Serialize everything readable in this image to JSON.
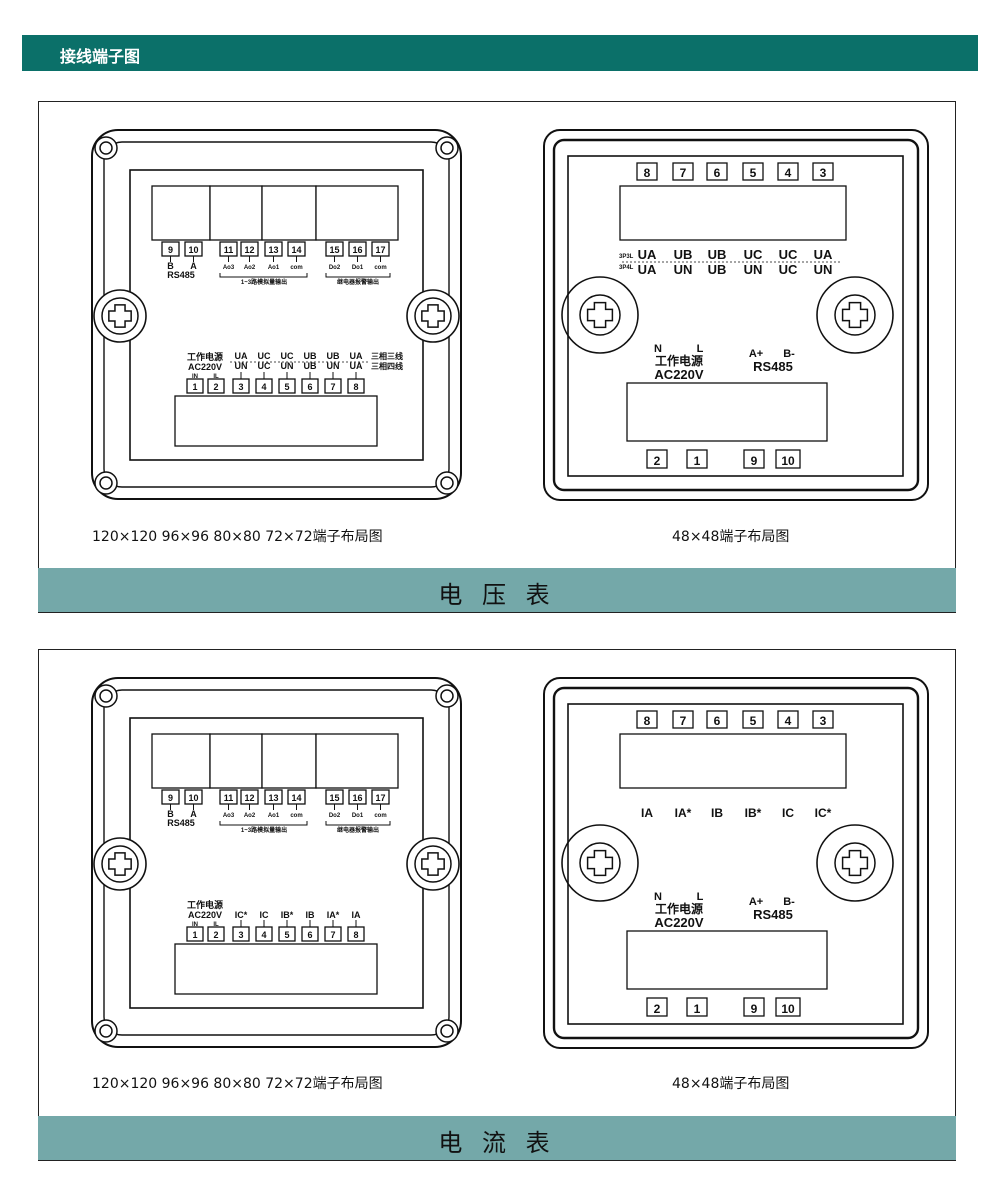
{
  "header": {
    "title": "接线端子图"
  },
  "sections": [
    {
      "footer_title": "电 压 表",
      "big_caption": "120×120 96×96 80×80 72×72端子布局图",
      "small_caption": "48×48端子布局图",
      "big": {
        "top_terminals": [
          "9",
          "10",
          "11",
          "12",
          "13",
          "14",
          "15",
          "16",
          "17"
        ],
        "top_sub": [
          "B",
          "A",
          "Ao3",
          "Ao2",
          "Ao1",
          "com",
          "Do2",
          "Do1",
          "com"
        ],
        "rs485": "RS485",
        "analog_group": "1~3路模拟量输出",
        "relay_group": "继电器报警输出",
        "power_label": "工作电源",
        "power_volt": "AC220V",
        "in_label": "IN",
        "il_label": "IL",
        "bottom_terminals": [
          "1",
          "2",
          "3",
          "4",
          "5",
          "6",
          "7",
          "8"
        ],
        "bottom_row1": [
          "UA",
          "UC",
          "UC",
          "UB",
          "UB",
          "UA"
        ],
        "bottom_row2": [
          "UN",
          "UC",
          "UN",
          "UB",
          "UN",
          "UA"
        ],
        "row1_note": "三相三线",
        "row2_note": "三相四线"
      },
      "small": {
        "top_terminals": [
          "8",
          "7",
          "6",
          "5",
          "4",
          "3"
        ],
        "row1_prefix": "3P3L",
        "row2_prefix": "3P4L",
        "row1": [
          "UA",
          "UB",
          "UB",
          "UC",
          "UC",
          "UA"
        ],
        "row2": [
          "UA",
          "UN",
          "UB",
          "UN",
          "UC",
          "UN"
        ],
        "n_label": "N",
        "l_label": "L",
        "power_label": "工作电源",
        "power_volt": "AC220V",
        "a_label": "A+",
        "b_label": "B-",
        "rs485": "RS485",
        "bottom_terminals": [
          "2",
          "1",
          "9",
          "10"
        ]
      }
    },
    {
      "footer_title": "电 流 表",
      "big_caption": "120×120 96×96 80×80 72×72端子布局图",
      "small_caption": "48×48端子布局图",
      "big": {
        "top_terminals": [
          "9",
          "10",
          "11",
          "12",
          "13",
          "14",
          "15",
          "16",
          "17"
        ],
        "top_sub": [
          "B",
          "A",
          "Ao3",
          "Ao2",
          "Ao1",
          "com",
          "Do2",
          "Do1",
          "com"
        ],
        "rs485": "RS485",
        "analog_group": "1~3路模拟量输出",
        "relay_group": "继电器报警输出",
        "power_label": "工作电源",
        "power_volt": "AC220V",
        "in_label": "IN",
        "il_label": "IL",
        "bottom_terminals": [
          "1",
          "2",
          "3",
          "4",
          "5",
          "6",
          "7",
          "8"
        ],
        "bottom_row1": [
          "IC*",
          "IC",
          "IB*",
          "IB",
          "IA*",
          "IA"
        ]
      },
      "small": {
        "top_terminals": [
          "8",
          "7",
          "6",
          "5",
          "4",
          "3"
        ],
        "row1": [
          "IA",
          "IA*",
          "IB",
          "IB*",
          "IC",
          "IC*"
        ],
        "n_label": "N",
        "l_label": "L",
        "power_label": "工作电源",
        "power_volt": "AC220V",
        "a_label": "A+",
        "b_label": "B-",
        "rs485": "RS485",
        "bottom_terminals": [
          "2",
          "1",
          "9",
          "10"
        ]
      }
    }
  ]
}
